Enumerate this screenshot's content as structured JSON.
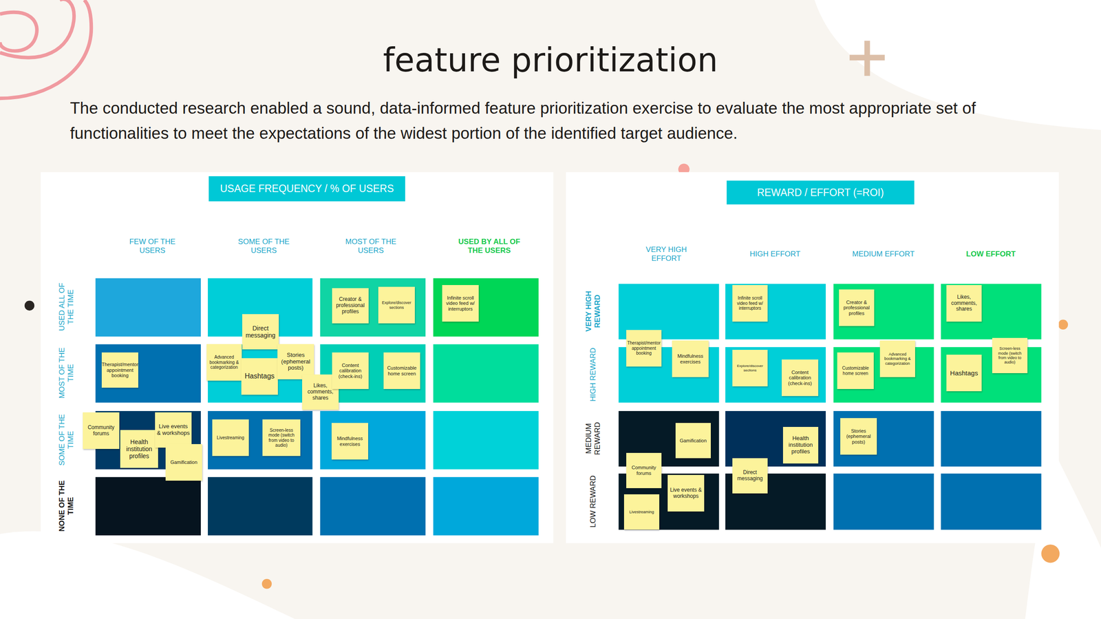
{
  "diagram": {
    "title": "feature prioritization",
    "caption": "The conducted research enabled a sound, data-informed feature prioritization exercise to evaluate the most appropriate set of functionalities to meet the expectations of the widest portion of the identified target audience.",
    "nodes": [
      {
        "text": [
          "USAGE FREQUENCY / % OF USERS"
        ]
      },
      {
        "text": [
          "Creator & professional profiles"
        ]
      },
      {
        "text": [
          "Explore/discover sections"
        ]
      },
      {
        "text": [
          "Infinite scroll video feed w/ interruptors"
        ]
      },
      {
        "text": [
          "Direct messaging"
        ]
      },
      {
        "text": [
          "Therapist/mentor appointment booking"
        ]
      },
      {
        "text": [
          "Advanced bookmarking & categorization"
        ]
      },
      {
        "text": [
          "Hashtags"
        ]
      },
      {
        "text": [
          "Stories (ephemeral posts)"
        ]
      },
      {
        "text": [
          "Likes, comments, shares"
        ]
      },
      {
        "text": [
          "Content calibration (check-ins)"
        ]
      },
      {
        "text": [
          "Customizable home screen"
        ]
      },
      {
        "text": [
          "Community forums"
        ]
      },
      {
        "text": [
          "Health institution profiles"
        ]
      },
      {
        "text": [
          "Live events & workshops"
        ]
      },
      {
        "text": [
          "Gamification"
        ]
      },
      {
        "text": [
          "Livestreaming"
        ]
      },
      {
        "text": [
          "Screen-less mode (switch from video to audio)"
        ]
      },
      {
        "text": [
          "Mindfulness exercises"
        ]
      },
      {
        "text": [
          "REWARD / EFFORT (=ROI)"
        ]
      },
      {
        "text": [
          "Infinite scroll video feed w/ interruptors"
        ]
      },
      {
        "text": [
          "Creator & professional profiles"
        ]
      },
      {
        "text": [
          "Likes, comments, shares"
        ]
      },
      {
        "text": [
          "Therapist/mentor appointment booking"
        ]
      },
      {
        "text": [
          "Mindfulness exercises"
        ]
      },
      {
        "text": [
          "Explore/discover sections"
        ]
      },
      {
        "text": [
          "Content calibration (check-ins)"
        ]
      },
      {
        "text": [
          "Customizable home screen"
        ]
      },
      {
        "text": [
          "Advanced bookmarking & categorization"
        ]
      },
      {
        "text": [
          "Screen-less mode (switch from video to audio)"
        ]
      },
      {
        "text": [
          "Hashtags"
        ]
      },
      {
        "text": [
          "Gamification"
        ]
      },
      {
        "text": [
          "Health institution profiles"
        ]
      },
      {
        "text": [
          "Stories (ephemeral posts)"
        ]
      },
      {
        "text": [
          "Community forums"
        ]
      },
      {
        "text": [
          "Direct messaging"
        ]
      },
      {
        "text": [
          "Live events & workshops"
        ]
      },
      {
        "text": [
          "Livestreaming"
        ]
      }
    ],
    "labels": [
      "FEW OF THE USERS",
      "SOME OF THE USERS",
      "MOST OF THE USERS",
      "USED BY ALL OF THE USERS",
      "USED ALL OF THE TIME",
      "MOST OF THE TIME",
      "SOME OF THE TIME",
      "NONE OF THE TIME",
      "VERY HIGH EFFORT",
      "HIGH EFFORT",
      "MEDIUM EFFORT",
      "LOW EFFORT",
      "VERY HIGH REWARD",
      "HIGH REWARD",
      "MEDIUM REWARD",
      "LOW REWARD"
    ]
  }
}
